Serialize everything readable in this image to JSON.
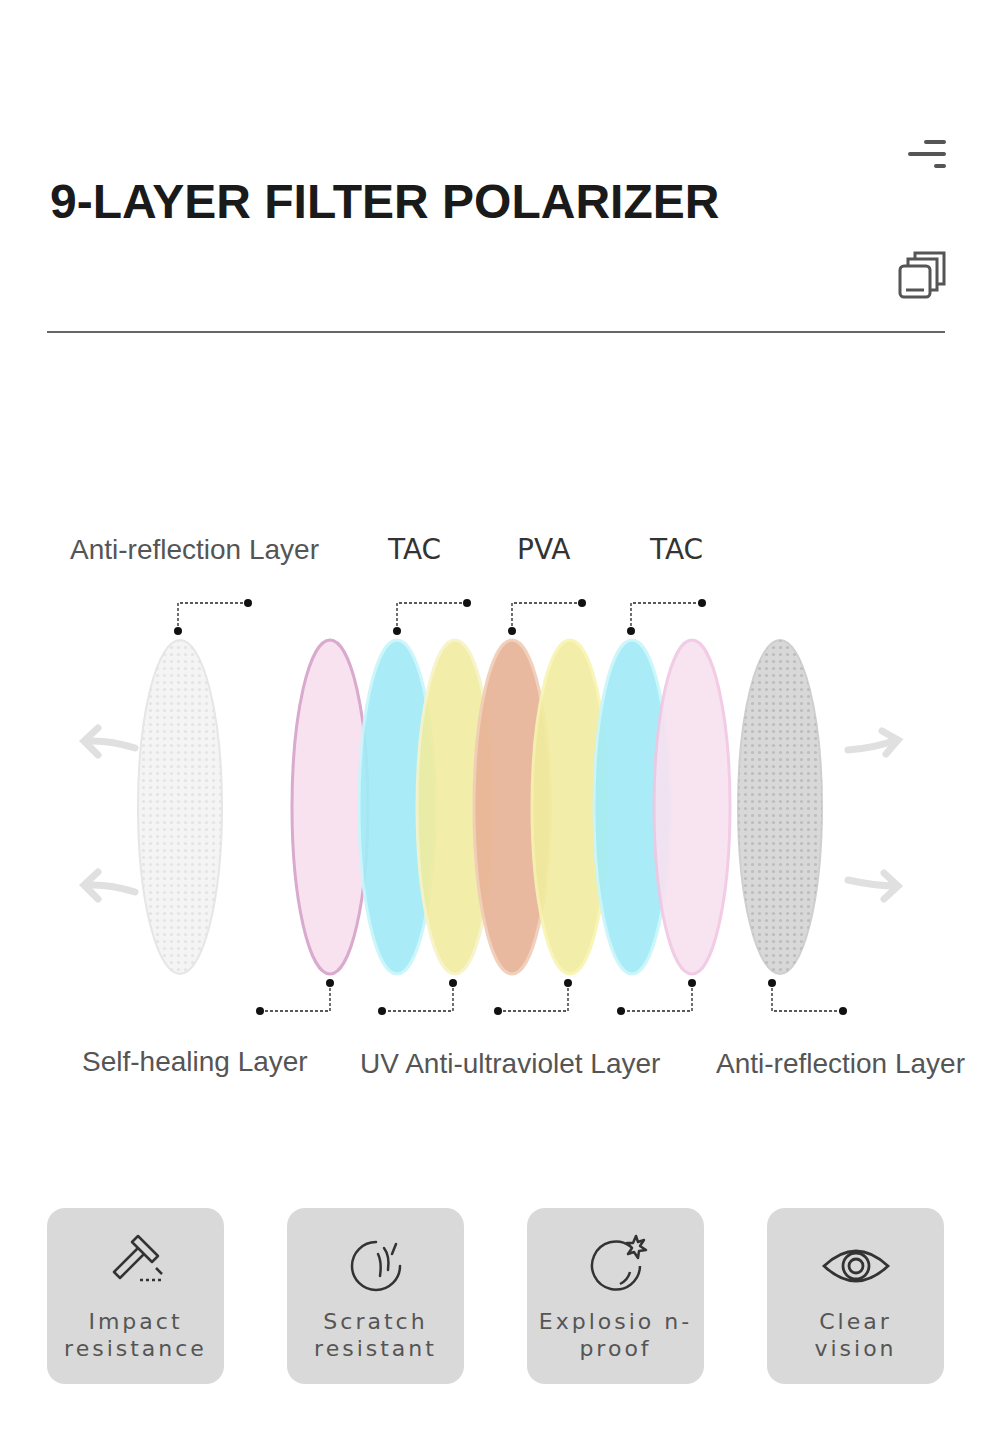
{
  "diagram": {
    "title": "9-LAYER FILTER POLARIZER",
    "nodes": [
      {
        "text": [
          "Impact resistance"
        ]
      },
      {
        "text": [
          "Scratch resistant"
        ]
      },
      {
        "text": [
          "Explosio n-proof"
        ]
      },
      {
        "text": [
          "Clear vision"
        ]
      }
    ],
    "labels": [
      "Anti-reflection Layer",
      "TAC",
      "PVA",
      "TAC",
      "Self-healing Layer",
      "UV Anti-ultraviolet Layer",
      "Anti-reflection Layer"
    ]
  }
}
